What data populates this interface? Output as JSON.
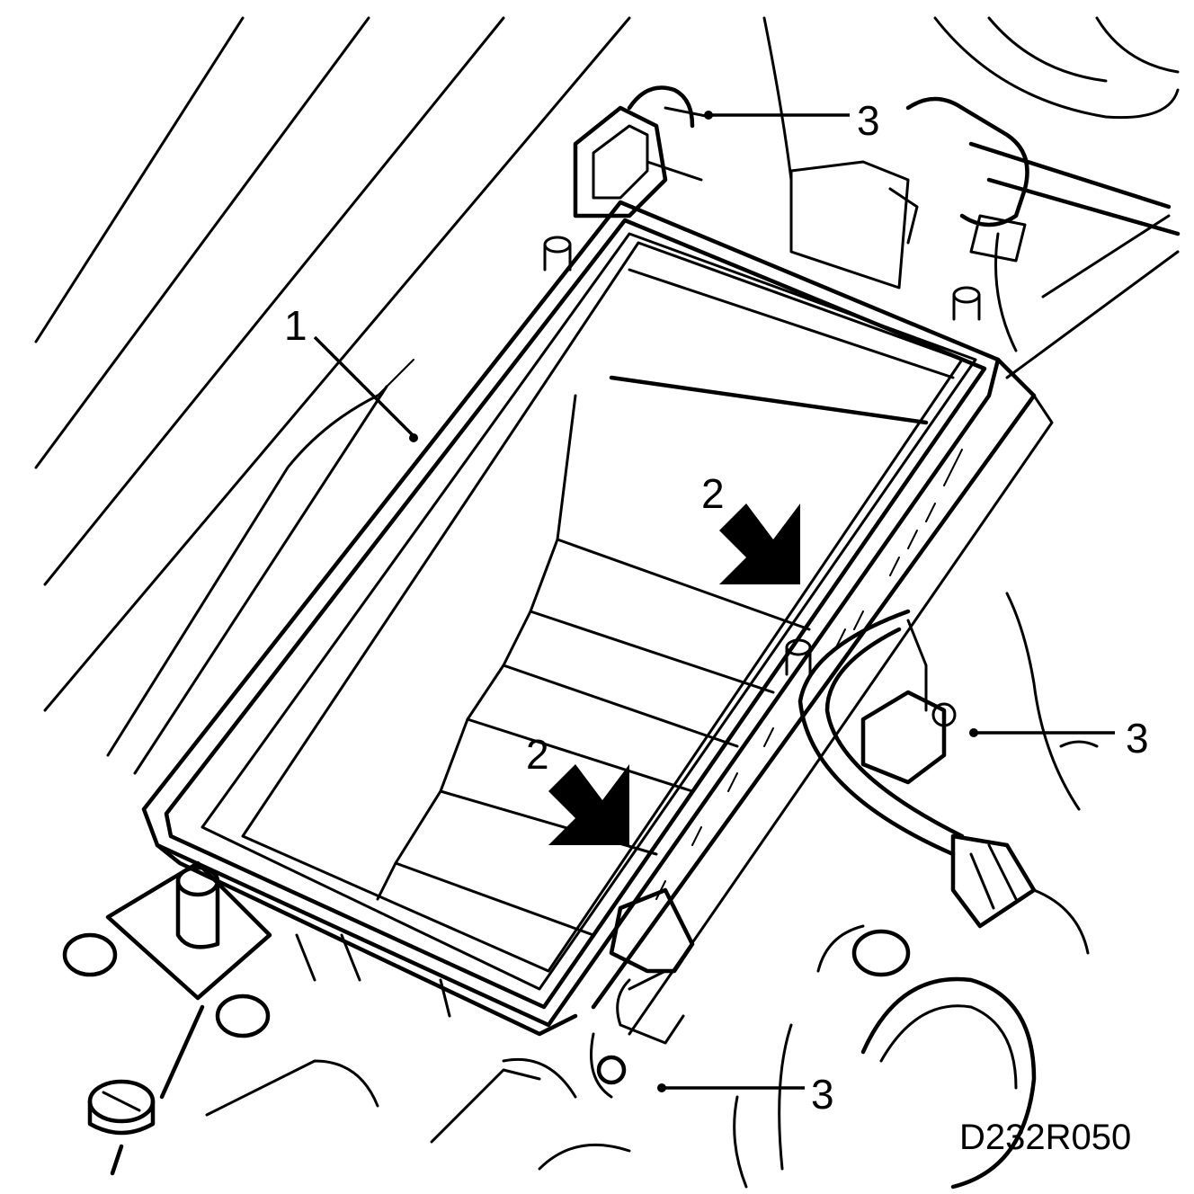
{
  "labels": {
    "cover": "1",
    "arrow_upper": "2",
    "arrow_lower": "2",
    "clip_top": "3",
    "clip_right": "3",
    "clip_bottom": "3"
  },
  "figure_code": "D232R050"
}
